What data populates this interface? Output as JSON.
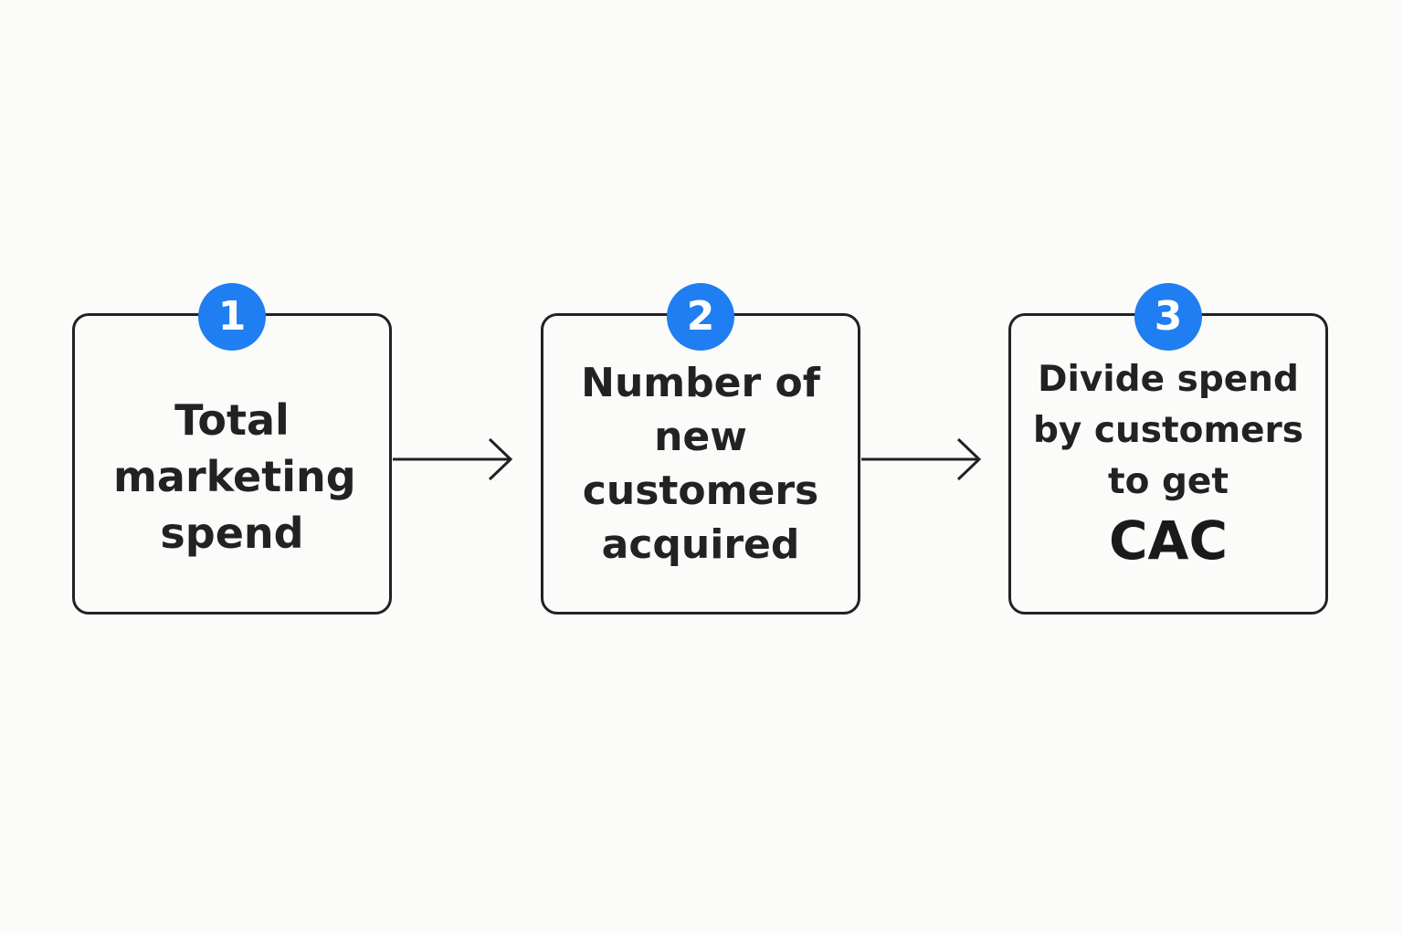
{
  "colors": {
    "background": "#fbfbf9",
    "badge": "#1f7ef1",
    "border": "#222222",
    "text": "#222222"
  },
  "steps": [
    {
      "number": "1",
      "text": "Total marketing spend"
    },
    {
      "number": "2",
      "text": "Number of new customers acquired"
    },
    {
      "number": "3",
      "text": "Divide spend by customers to get",
      "emphasis": "CAC"
    }
  ]
}
